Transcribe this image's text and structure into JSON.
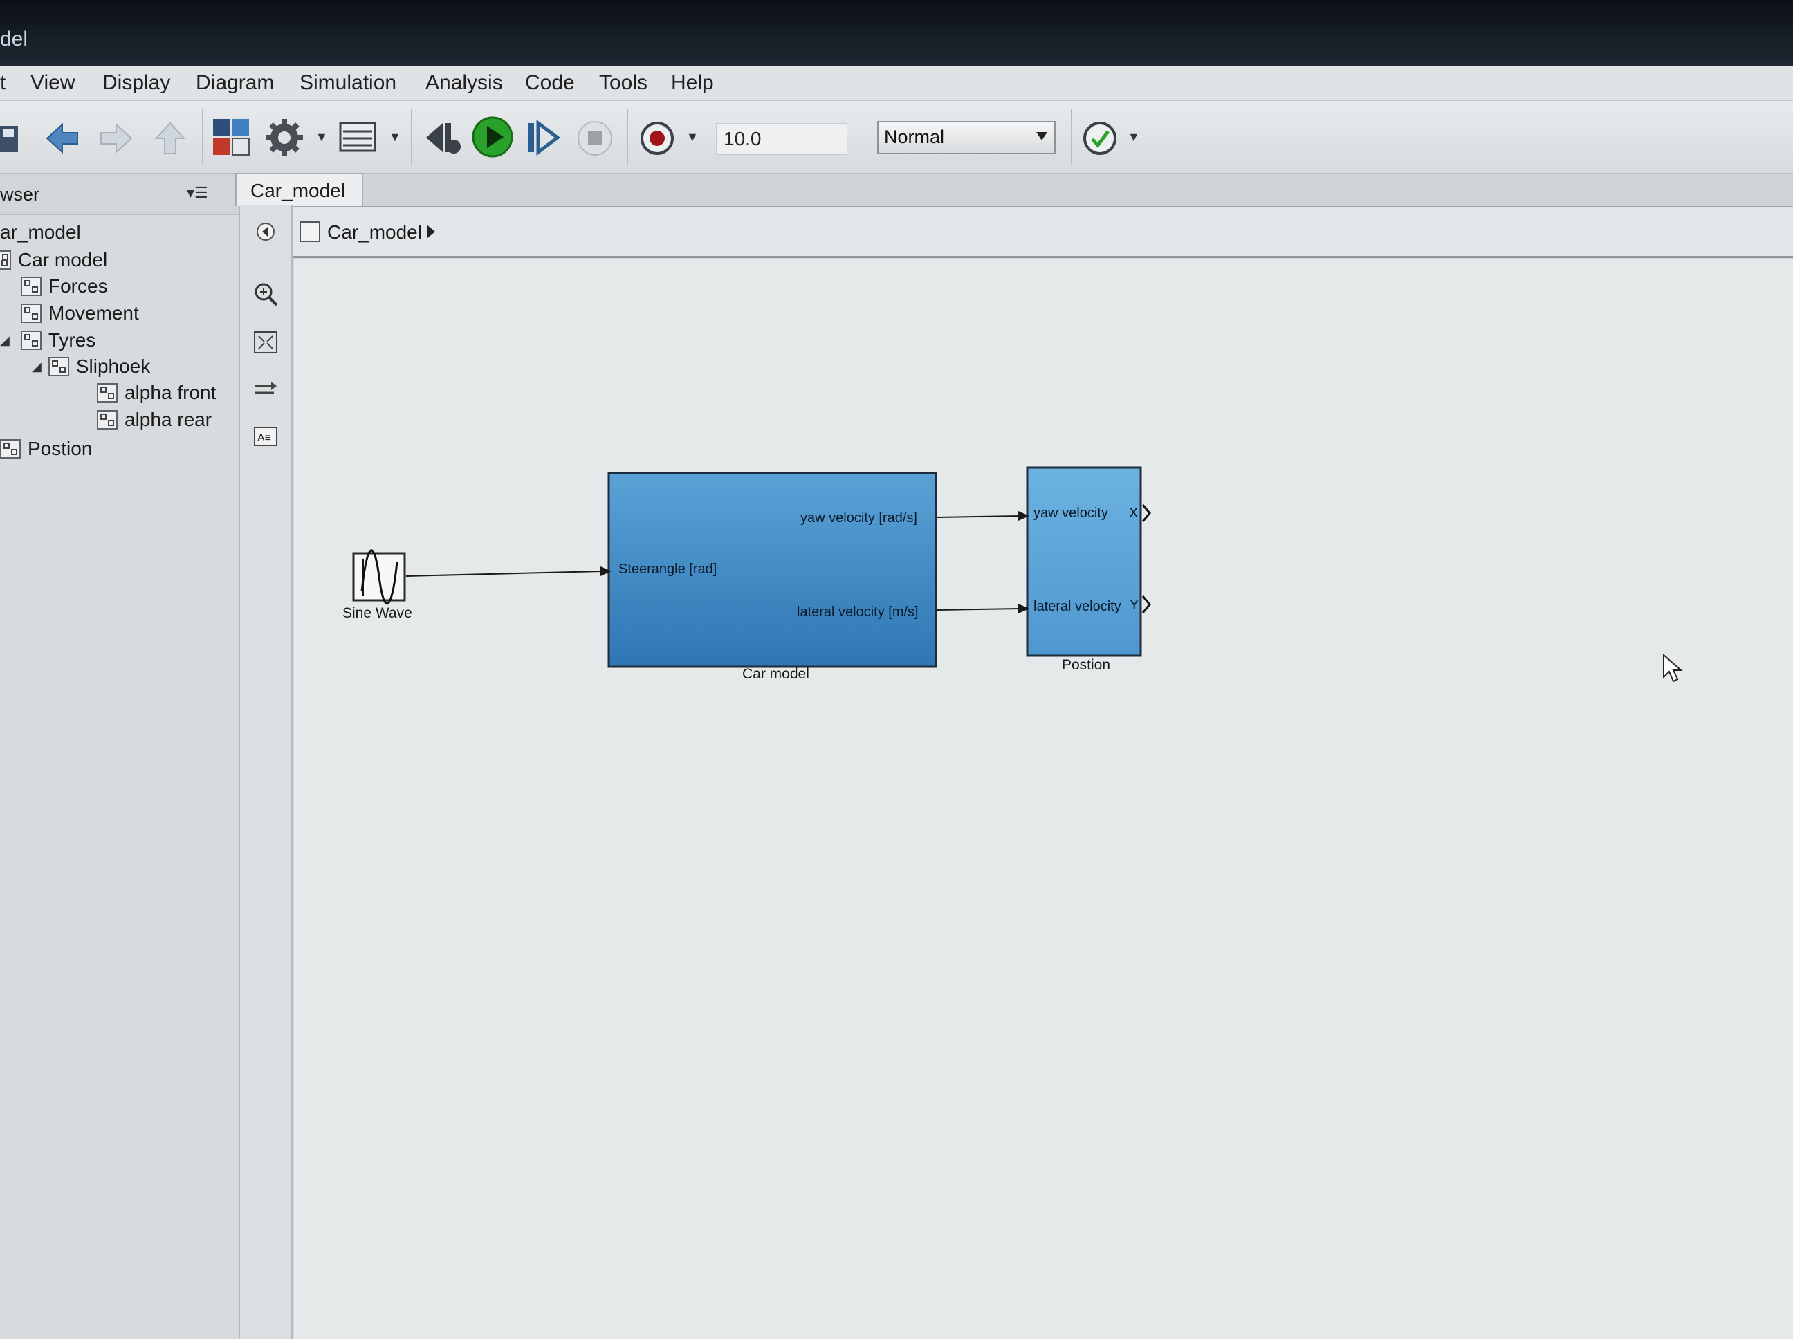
{
  "window": {
    "title": "del"
  },
  "menu": [
    "t",
    "View",
    "Display",
    "Diagram",
    "Simulation",
    "Analysis",
    "Code",
    "Tools",
    "Help"
  ],
  "toolbar": {
    "stop_time": "10.0",
    "simulation_mode": "Normal",
    "icons": [
      "save-icon",
      "back-arrow-icon",
      "forward-arrow-icon",
      "up-arrow-icon",
      "library-browser-icon",
      "settings-gear-icon",
      "model-explorer-icon",
      "step-back-icon",
      "run-icon",
      "step-forward-icon",
      "stop-icon",
      "record-icon",
      "check-icon"
    ]
  },
  "browser": {
    "header": "wser",
    "tree": [
      {
        "label": "ar_model",
        "level": 0
      },
      {
        "label": "Car model",
        "level": 1
      },
      {
        "label": "Forces",
        "level": 2
      },
      {
        "label": "Movement",
        "level": 2
      },
      {
        "label": "Tyres",
        "level": 2
      },
      {
        "label": "Sliphoek",
        "level": 3
      },
      {
        "label": "alpha front",
        "level": 4
      },
      {
        "label": "alpha rear",
        "level": 4
      },
      {
        "label": "Postion",
        "level": 1
      }
    ]
  },
  "tab": {
    "label": "Car_model"
  },
  "breadcrumb": {
    "label": "Car_model"
  },
  "diagram": {
    "blocks": {
      "sine": {
        "label": "Sine Wave"
      },
      "car": {
        "label": "Car model",
        "in": "Steerangle [rad]",
        "out1": "yaw velocity [rad/s]",
        "out2": "lateral velocity [m/s]"
      },
      "pos": {
        "label": "Postion",
        "in1": "yaw velocity",
        "in2": "lateral velocity",
        "out1": "X",
        "out2": "Y"
      }
    }
  },
  "colors": {
    "block_blue": "#3b83c0",
    "block_blue_light": "#5aa2d6",
    "run_green": "#2aa12a"
  }
}
